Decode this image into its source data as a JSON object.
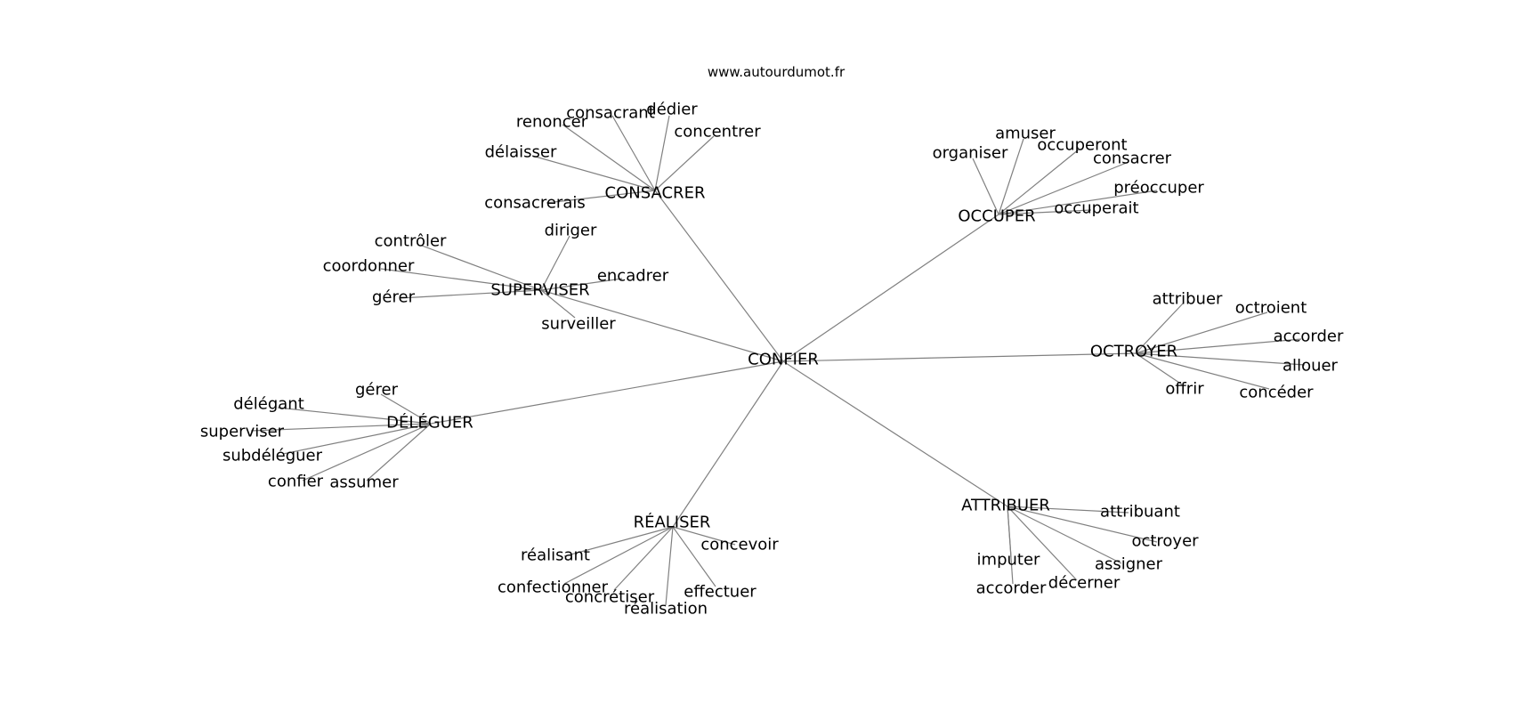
{
  "source": "www.autourdumot.fr",
  "center": "CONFIER",
  "clusters": [
    {
      "hub": "CONSACRER",
      "words": [
        "renoncer",
        "consacrant",
        "dédier",
        "concentrer",
        "délaisser",
        "consacrerais"
      ]
    },
    {
      "hub": "OCCUPER",
      "words": [
        "organiser",
        "amuser",
        "occuperont",
        "consacrer",
        "préoccuper",
        "occuperait"
      ]
    },
    {
      "hub": "SUPERVISER",
      "words": [
        "contrôler",
        "diriger",
        "coordonner",
        "encadrer",
        "gérer",
        "surveiller"
      ]
    },
    {
      "hub": "OCTROYER",
      "words": [
        "attribuer",
        "octroient",
        "accorder",
        "allouer",
        "offrir",
        "concéder"
      ]
    },
    {
      "hub": "DÉLÉGUER",
      "words": [
        "gérer",
        "délégant",
        "superviser",
        "subdéléguer",
        "confier",
        "assumer"
      ]
    },
    {
      "hub": "RÉALISER",
      "words": [
        "réalisant",
        "concevoir",
        "confectionner",
        "concrétiser",
        "effectuer",
        "réalisation"
      ]
    },
    {
      "hub": "ATTRIBUER",
      "words": [
        "attribuant",
        "octroyer",
        "imputer",
        "assigner",
        "accorder",
        "décerner"
      ]
    }
  ]
}
